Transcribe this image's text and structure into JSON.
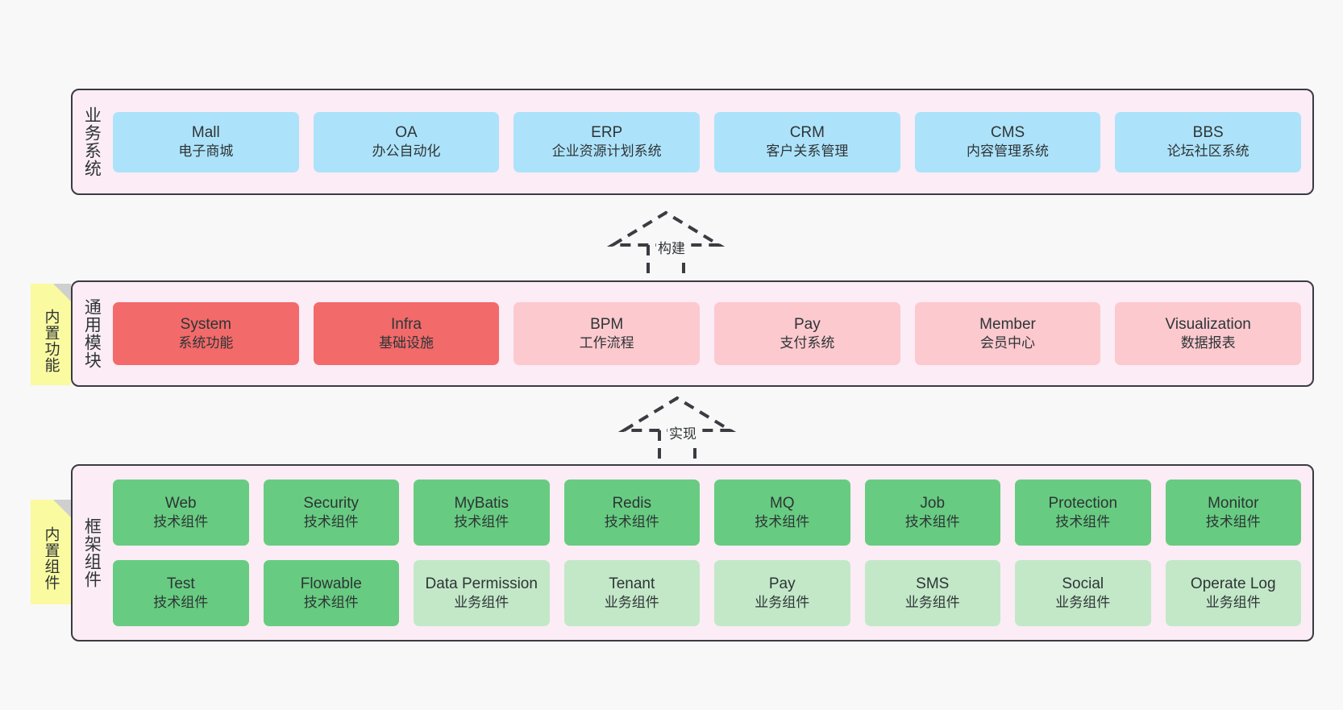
{
  "background_color": "#f8f8f8",
  "palette": {
    "panel_fill": "#fbecf5",
    "panel_border": "#3b3b42",
    "blue": "#ade3fa",
    "red": "#f26a6a",
    "pink": "#fcc9cf",
    "green": "#67cc81",
    "light_green": "#c3e8c8",
    "sticky_yellow": "#fafaa0",
    "sticky_fold": "#cfcfcf"
  },
  "layers": {
    "business": {
      "title": "业务系统",
      "items": [
        {
          "en": "Mall",
          "cn": "电子商城"
        },
        {
          "en": "OA",
          "cn": "办公自动化"
        },
        {
          "en": "ERP",
          "cn": "企业资源计划系统"
        },
        {
          "en": "CRM",
          "cn": "客户关系管理"
        },
        {
          "en": "CMS",
          "cn": "内容管理系统"
        },
        {
          "en": "BBS",
          "cn": "论坛社区系统"
        }
      ]
    },
    "common": {
      "title": "通用模块",
      "sticky": "内置功能",
      "items": [
        {
          "en": "System",
          "cn": "系统功能",
          "color": "red"
        },
        {
          "en": "Infra",
          "cn": "基础设施",
          "color": "red"
        },
        {
          "en": "BPM",
          "cn": "工作流程",
          "color": "pink"
        },
        {
          "en": "Pay",
          "cn": "支付系统",
          "color": "pink"
        },
        {
          "en": "Member",
          "cn": "会员中心",
          "color": "pink"
        },
        {
          "en": "Visualization",
          "cn": "数据报表",
          "color": "pink"
        }
      ]
    },
    "framework": {
      "title": "框架组件",
      "sticky": "内置组件",
      "row1": [
        {
          "en": "Web",
          "cn": "技术组件"
        },
        {
          "en": "Security",
          "cn": "技术组件"
        },
        {
          "en": "MyBatis",
          "cn": "技术组件"
        },
        {
          "en": "Redis",
          "cn": "技术组件"
        },
        {
          "en": "MQ",
          "cn": "技术组件"
        },
        {
          "en": "Job",
          "cn": "技术组件"
        },
        {
          "en": "Protection",
          "cn": "技术组件"
        },
        {
          "en": "Monitor",
          "cn": "技术组件"
        }
      ],
      "row2": [
        {
          "en": "Test",
          "cn": "技术组件",
          "color": "green"
        },
        {
          "en": "Flowable",
          "cn": "技术组件",
          "color": "green"
        },
        {
          "en": "Data Permission",
          "cn": "业务组件",
          "color": "light_green"
        },
        {
          "en": "Tenant",
          "cn": "业务组件",
          "color": "light_green"
        },
        {
          "en": "Pay",
          "cn": "业务组件",
          "color": "light_green"
        },
        {
          "en": "SMS",
          "cn": "业务组件",
          "color": "light_green"
        },
        {
          "en": "Social",
          "cn": "业务组件",
          "color": "light_green"
        },
        {
          "en": "Operate Log",
          "cn": "业务组件",
          "color": "light_green"
        }
      ]
    }
  },
  "connectors": [
    {
      "name": "build",
      "label": "构建",
      "from": "common",
      "to": "business"
    },
    {
      "name": "implement",
      "label": "实现",
      "from": "framework",
      "to": "common"
    }
  ]
}
